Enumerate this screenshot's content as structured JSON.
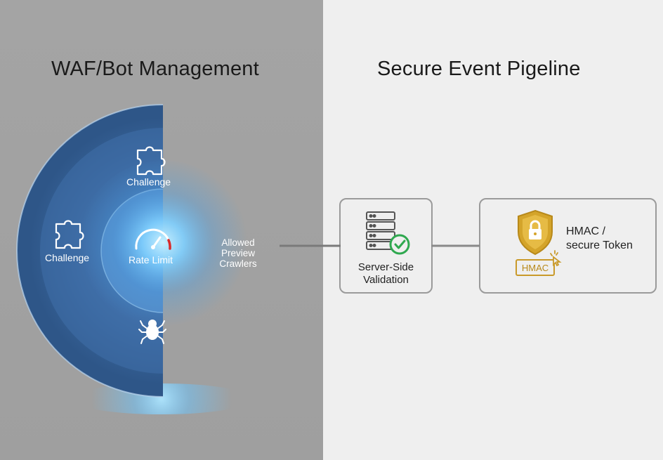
{
  "left_panel": {
    "title": "WAF/Bot Management",
    "challenge_top_label": "Challenge",
    "challenge_left_label": "Challenge",
    "rate_limit_label": "Rate Limit",
    "crawlers_label_lines": [
      "Allowed",
      "Preview",
      "Crawlers"
    ],
    "icons": [
      "puzzle-icon",
      "puzzle-icon",
      "gauge-icon",
      "spider-icon"
    ]
  },
  "right_panel": {
    "title": "Secure Event Pigeline",
    "validation_label_lines": [
      "Server-Side",
      "Validation"
    ],
    "token_label_lines": [
      "HMAC /",
      "secure Token"
    ],
    "hmac_tag": "HMAC",
    "icons": [
      "server-stack-icon",
      "check-circle-icon",
      "shield-lock-icon",
      "cursor-click-icon"
    ]
  },
  "colors": {
    "left_bg": "#a3a3a3",
    "right_bg": "#efefef",
    "shield_ring": "#4a74a6",
    "glow": "#8fd4ff",
    "check_green": "#2fa84f",
    "shield_gold": "#d4a42a"
  }
}
